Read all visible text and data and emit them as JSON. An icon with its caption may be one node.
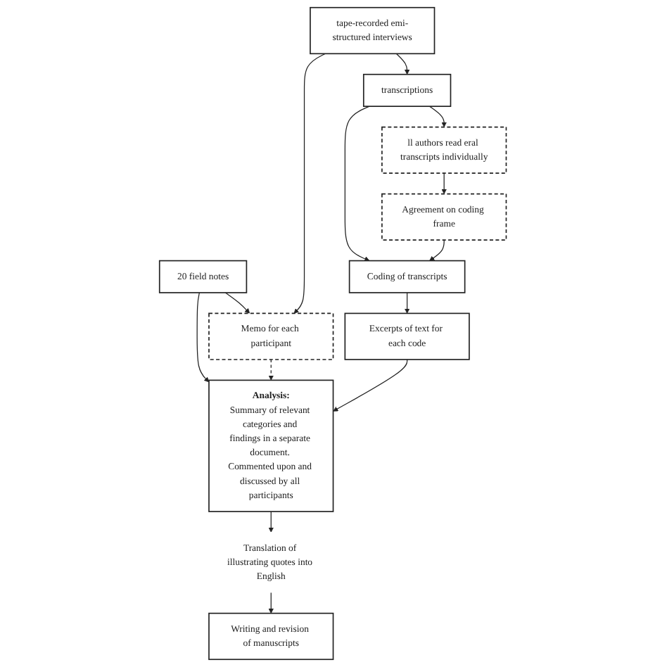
{
  "diagram": {
    "nodes": [
      {
        "text": [
          "20 field notes"
        ]
      },
      {
        "text": [
          "Memo for each participant"
        ]
      },
      {
        "text": [
          "Analysis:",
          "Summary of relevant categories and findings in a separate document. Commented upon and discussed by all participants"
        ]
      },
      {
        "text": [
          "tape-recorded emi-structured interviews"
        ]
      },
      {
        "text": [
          "Excerpts of text for each code"
        ]
      },
      {
        "text": [
          "transcriptions"
        ]
      },
      {
        "text": [
          "Coding of transcripts"
        ]
      },
      {
        "text": [
          "Translation of illustrating quotes into English"
        ]
      },
      {
        "text": [
          "ll authors read eral transcripts individually"
        ]
      },
      {
        "text": [
          "Agreement on coding frame"
        ]
      },
      {
        "text": [
          "Writing and revision of manuscripts"
        ]
      }
    ],
    "edges": [
      {
        "from": 0,
        "to": 2,
        "arrow": "to"
      },
      {
        "from": 0,
        "to": 1,
        "arrow": "to"
      },
      {
        "from": 3,
        "to": 1,
        "arrow": "to"
      },
      {
        "from": 1,
        "to": 2,
        "arrow": "to",
        "style": "dashed"
      },
      {
        "from": 4,
        "to": 2,
        "arrow": "to"
      },
      {
        "from": 3,
        "to": 5,
        "arrow": "to"
      },
      {
        "from": 6,
        "to": 4,
        "arrow": "to"
      },
      {
        "from": 5,
        "to": 6,
        "arrow": "to"
      },
      {
        "from": 9,
        "to": 6,
        "arrow": "to"
      },
      {
        "from": 5,
        "to": 8,
        "arrow": "to"
      },
      {
        "from": 8,
        "to": 9,
        "arrow": "to"
      },
      {
        "from": 2,
        "to": 7,
        "arrow": "to"
      },
      {
        "from": 7,
        "to": 10,
        "arrow": "to"
      }
    ]
  }
}
